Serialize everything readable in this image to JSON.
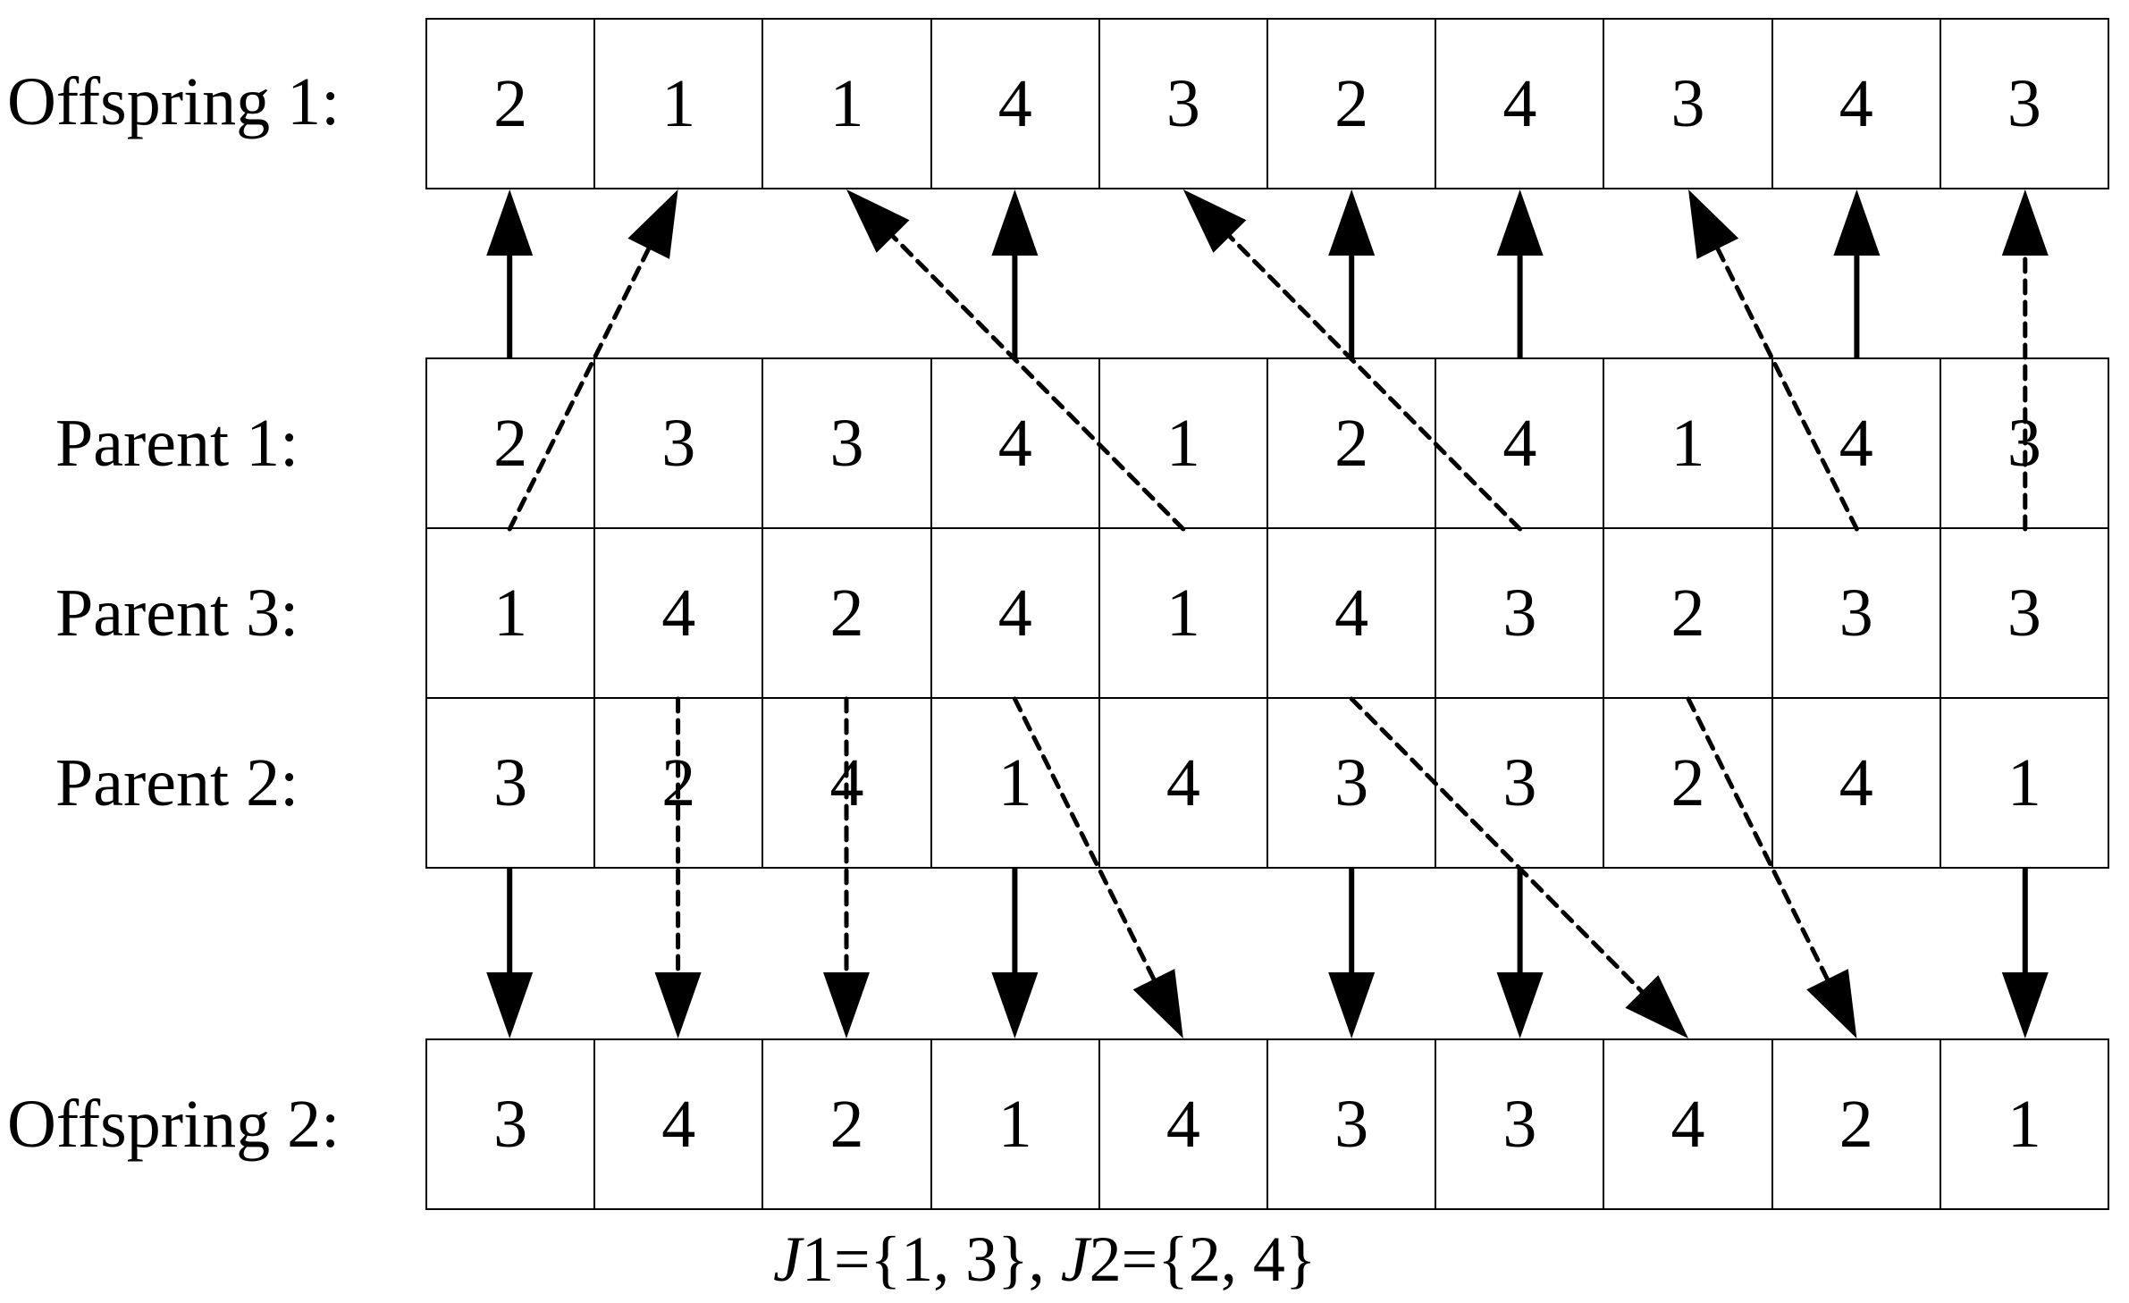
{
  "rows": {
    "offspring1": {
      "label": "Offspring 1:",
      "values": [
        "2",
        "1",
        "1",
        "4",
        "3",
        "2",
        "4",
        "3",
        "4",
        "3"
      ]
    },
    "parent1": {
      "label": "Parent 1:",
      "values": [
        "2",
        "3",
        "3",
        "4",
        "1",
        "2",
        "4",
        "1",
        "4",
        "3"
      ]
    },
    "parent3": {
      "label": "Parent 3:",
      "values": [
        "1",
        "4",
        "2",
        "4",
        "1",
        "4",
        "3",
        "2",
        "3",
        "3"
      ]
    },
    "parent2": {
      "label": "Parent 2:",
      "values": [
        "3",
        "2",
        "4",
        "1",
        "4",
        "3",
        "3",
        "2",
        "4",
        "1"
      ]
    },
    "offspring2": {
      "label": "Offspring 2:",
      "values": [
        "3",
        "4",
        "2",
        "1",
        "4",
        "3",
        "3",
        "4",
        "2",
        "1"
      ]
    }
  },
  "arrows": {
    "to_offspring1_solid_from_parent1_cols": [
      0,
      3,
      5,
      6,
      8
    ],
    "to_offspring1_dashed_from_parent3": [
      [
        0,
        1
      ],
      [
        4,
        2
      ],
      [
        6,
        4
      ],
      [
        8,
        7
      ],
      [
        9,
        9
      ]
    ],
    "to_offspring2_solid_from_parent2_cols": [
      0,
      3,
      5,
      6,
      9
    ],
    "to_offspring2_dashed_from_parent3": [
      [
        1,
        1
      ],
      [
        2,
        2
      ],
      [
        3,
        4
      ],
      [
        5,
        7
      ],
      [
        7,
        8
      ]
    ]
  },
  "caption": {
    "j1_symbol": "J",
    "j1_rest": "1={1, 3}, ",
    "j2_symbol": "J",
    "j2_rest": "2={2, 4}"
  }
}
